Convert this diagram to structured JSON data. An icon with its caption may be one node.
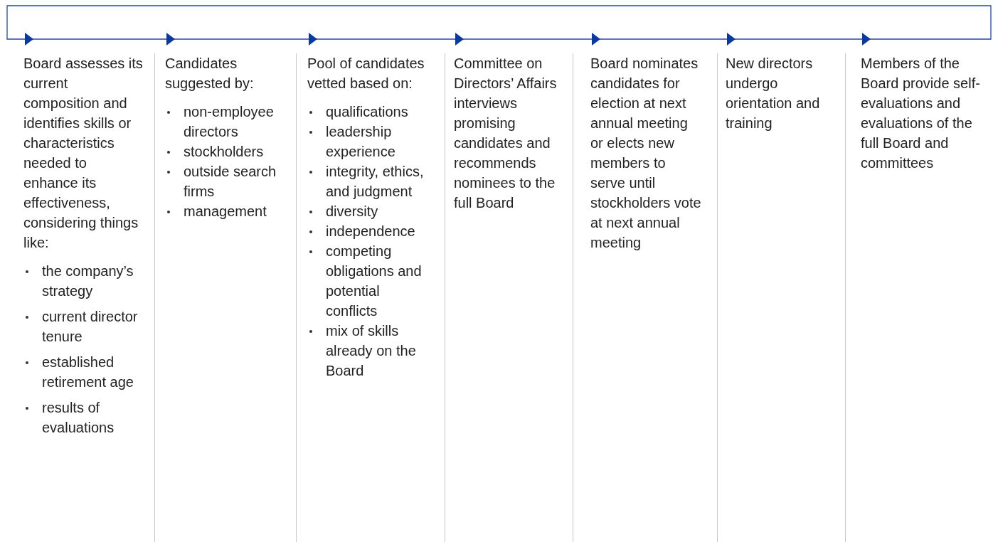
{
  "diagram": {
    "nodes": [
      {
        "text": [
          "Board assesses its current composition and identifies skills or characteristics needed to enhance its effectiveness, considering things like:",
          "the company’s strategy",
          "current director tenure",
          "established retirement age",
          "results of evaluations"
        ]
      },
      {
        "text": [
          "Candidates suggested by:",
          "non-employee directors",
          "stockholders",
          "outside search firms",
          "management"
        ]
      },
      {
        "text": [
          "Pool of candidates vetted based on:",
          "qualifications",
          "leadership experience",
          "integrity, ethics, and judgment",
          "diversity",
          "independence",
          "competing obligations and potential conflicts",
          "mix of skills already on the Board"
        ]
      },
      {
        "text": [
          "Committee on Directors’ Affairs interviews promising candidates and recommends nominees to the full Board"
        ]
      },
      {
        "text": [
          "Board nominates candidates for election at next annual meeting or elects new members to serve until stockholders vote at next annual meeting"
        ]
      },
      {
        "text": [
          "New directors undergo orientation and training"
        ]
      },
      {
        "text": [
          "Members of the Board provide self-evaluations and evaluations of the full Board and committees"
        ]
      }
    ],
    "edges": [
      {
        "from": 0,
        "to": 1,
        "arrow": "to"
      },
      {
        "from": 1,
        "to": 2,
        "arrow": "to"
      },
      {
        "from": 2,
        "to": 3,
        "arrow": "to"
      },
      {
        "from": 3,
        "to": 4,
        "arrow": "to"
      },
      {
        "from": 4,
        "to": 5,
        "arrow": "to"
      },
      {
        "from": 5,
        "to": 6,
        "arrow": "to"
      },
      {
        "from": 6,
        "to": 0,
        "arrow": "to"
      }
    ]
  }
}
